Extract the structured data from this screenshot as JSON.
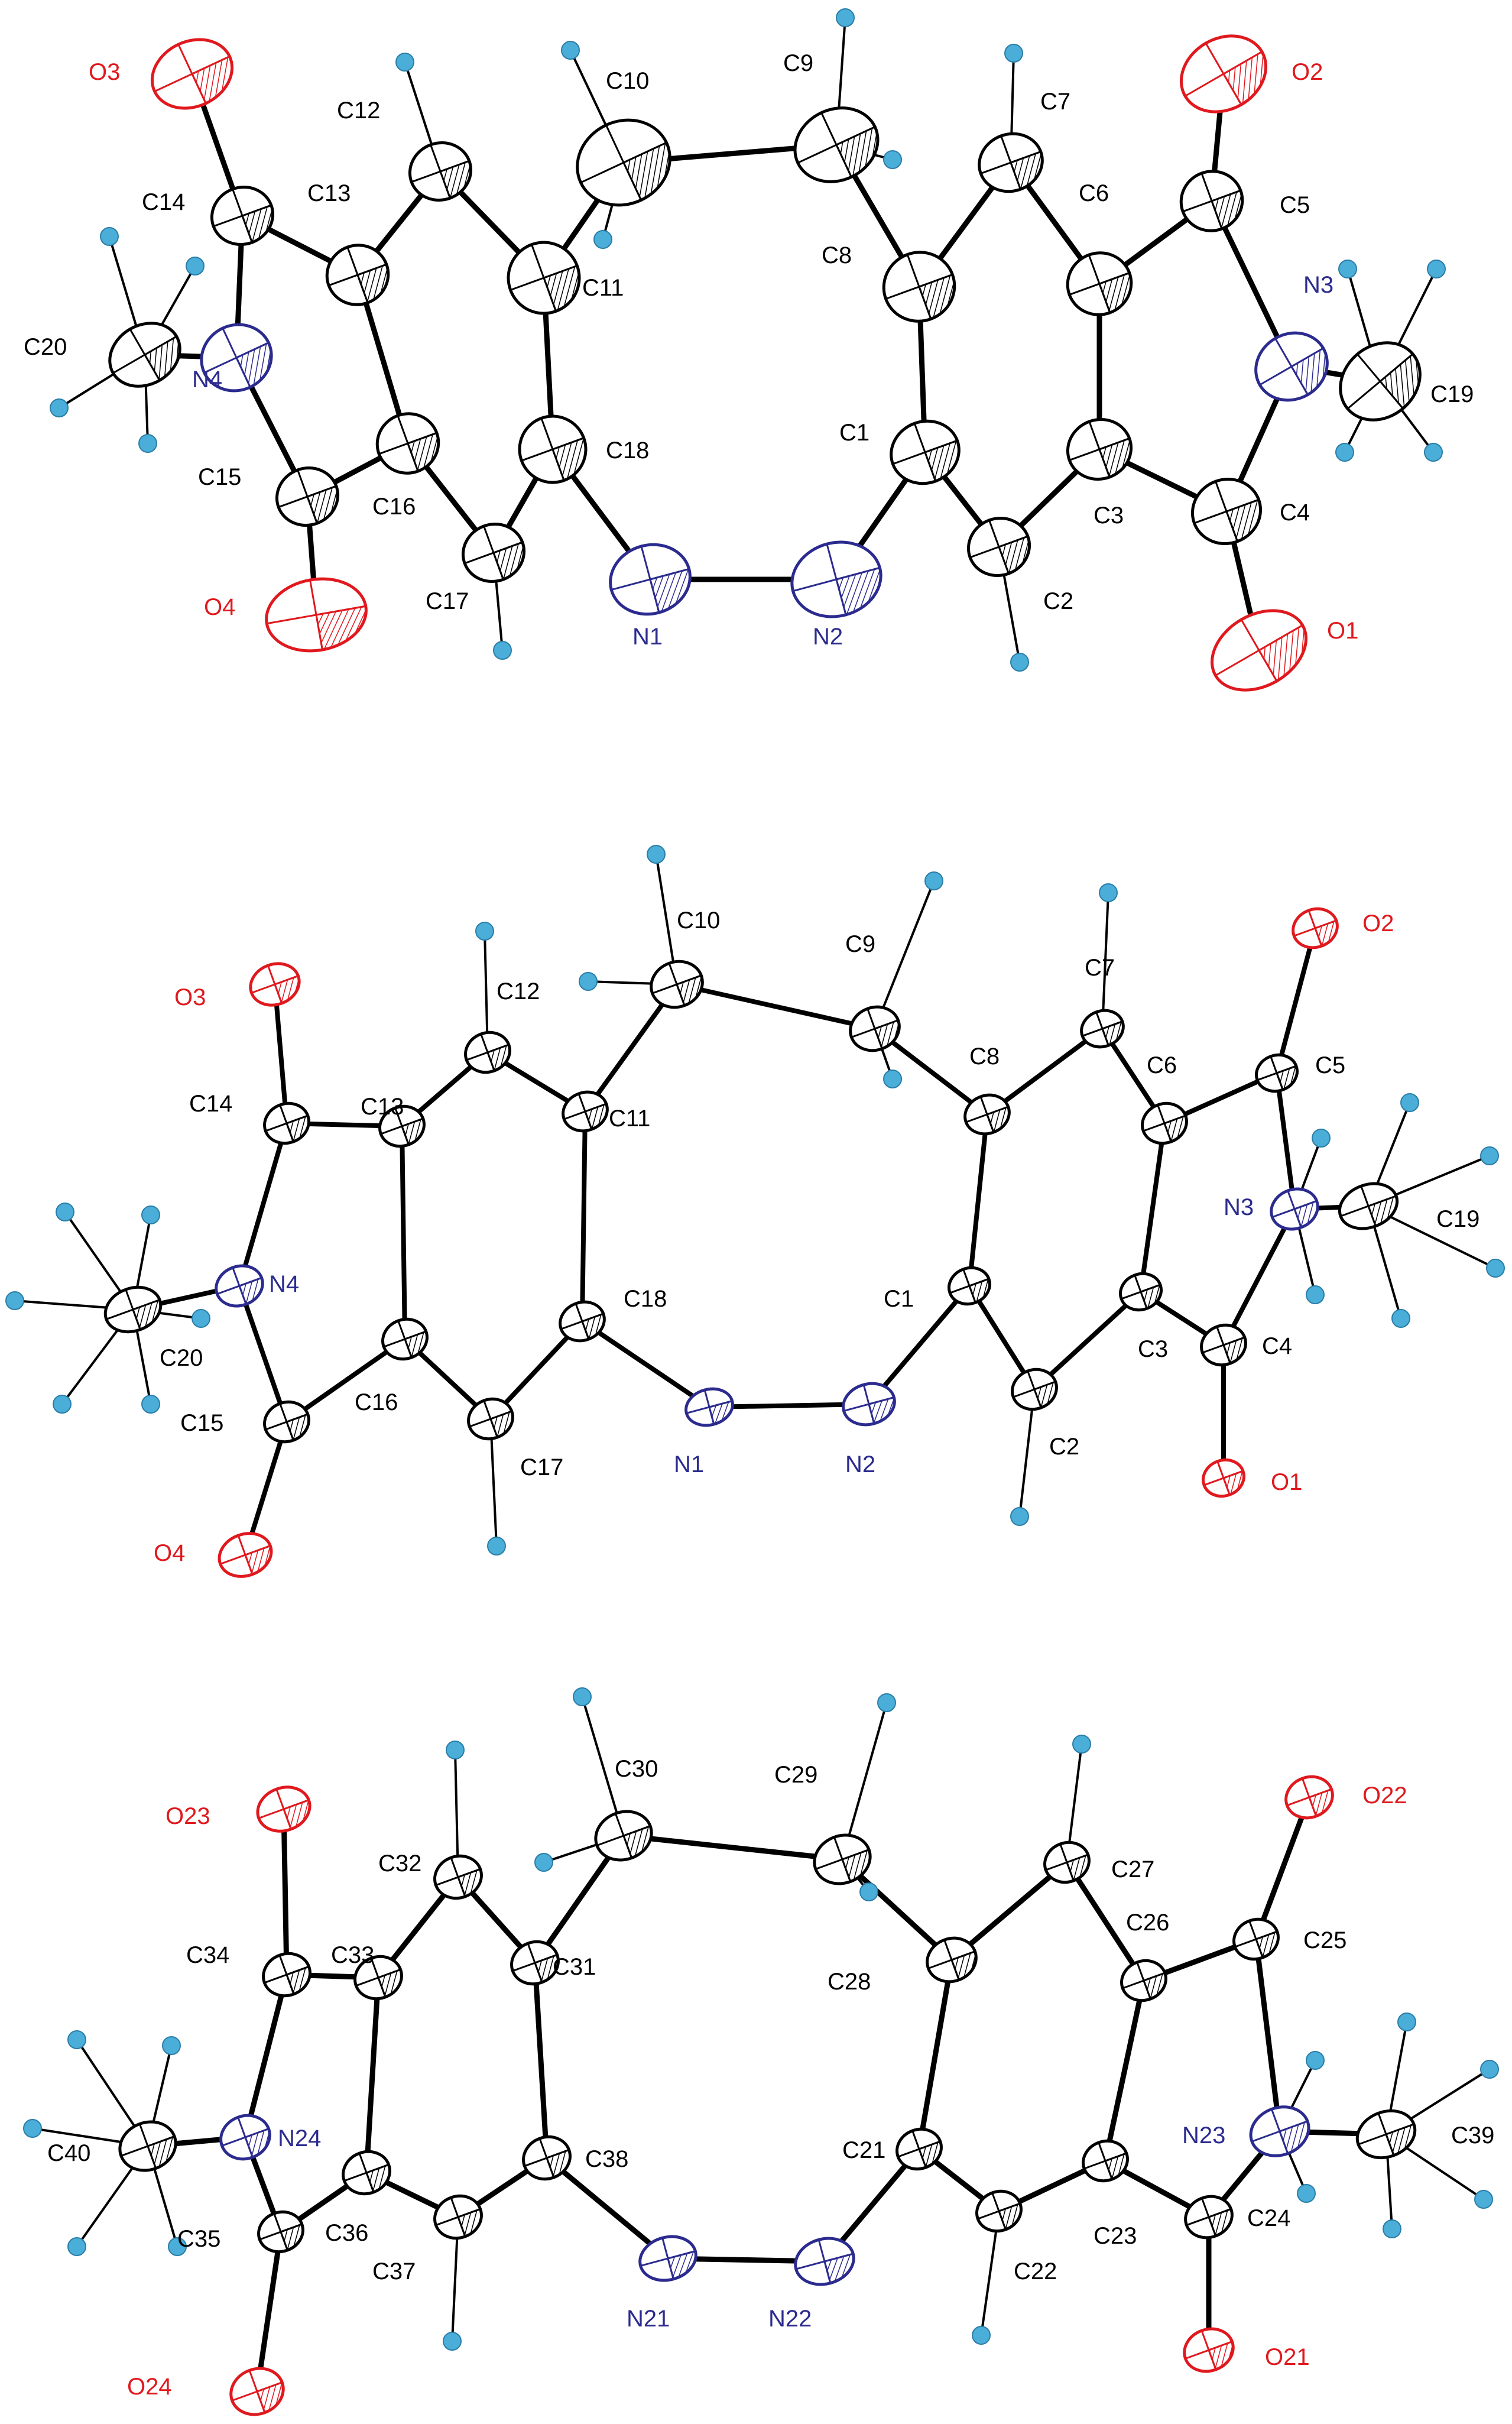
{
  "colors": {
    "carbon": "#000000",
    "nitrogen": "#2b2b8f",
    "oxygen": "#e0191e",
    "hydrogen": "#4aaed8",
    "ellipsoid_fill": "#ffffff"
  },
  "panels": [
    {
      "name": "structure-1",
      "atoms": {
        "C1": {
          "label": "C1",
          "el": "C"
        },
        "C2": {
          "label": "C2",
          "el": "C"
        },
        "C3": {
          "label": "C3",
          "el": "C"
        },
        "C4": {
          "label": "C4",
          "el": "C"
        },
        "C5": {
          "label": "C5",
          "el": "C"
        },
        "C6": {
          "label": "C6",
          "el": "C"
        },
        "C7": {
          "label": "C7",
          "el": "C"
        },
        "C8": {
          "label": "C8",
          "el": "C"
        },
        "C9": {
          "label": "C9",
          "el": "C"
        },
        "C10": {
          "label": "C10",
          "el": "C"
        },
        "C11": {
          "label": "C11",
          "el": "C"
        },
        "C12": {
          "label": "C12",
          "el": "C"
        },
        "C13": {
          "label": "C13",
          "el": "C"
        },
        "C14": {
          "label": "C14",
          "el": "C"
        },
        "C15": {
          "label": "C15",
          "el": "C"
        },
        "C16": {
          "label": "C16",
          "el": "C"
        },
        "C17": {
          "label": "C17",
          "el": "C"
        },
        "C18": {
          "label": "C18",
          "el": "C"
        },
        "C19": {
          "label": "C19",
          "el": "C"
        },
        "C20": {
          "label": "C20",
          "el": "C"
        },
        "N1": {
          "label": "N1",
          "el": "N"
        },
        "N2": {
          "label": "N2",
          "el": "N"
        },
        "N3": {
          "label": "N3",
          "el": "N"
        },
        "N4": {
          "label": "N4",
          "el": "N"
        },
        "O1": {
          "label": "O1",
          "el": "O"
        },
        "O2": {
          "label": "O2",
          "el": "O"
        },
        "O3": {
          "label": "O3",
          "el": "O"
        },
        "O4": {
          "label": "O4",
          "el": "O"
        }
      }
    },
    {
      "name": "structure-2",
      "atoms": {
        "C1": {
          "label": "C1",
          "el": "C"
        },
        "C2": {
          "label": "C2",
          "el": "C"
        },
        "C3": {
          "label": "C3",
          "el": "C"
        },
        "C4": {
          "label": "C4",
          "el": "C"
        },
        "C5": {
          "label": "C5",
          "el": "C"
        },
        "C6": {
          "label": "C6",
          "el": "C"
        },
        "C7": {
          "label": "C7",
          "el": "C"
        },
        "C8": {
          "label": "C8",
          "el": "C"
        },
        "C9": {
          "label": "C9",
          "el": "C"
        },
        "C10": {
          "label": "C10",
          "el": "C"
        },
        "C11": {
          "label": "C11",
          "el": "C"
        },
        "C12": {
          "label": "C12",
          "el": "C"
        },
        "C13": {
          "label": "C13",
          "el": "C"
        },
        "C14": {
          "label": "C14",
          "el": "C"
        },
        "C15": {
          "label": "C15",
          "el": "C"
        },
        "C16": {
          "label": "C16",
          "el": "C"
        },
        "C17": {
          "label": "C17",
          "el": "C"
        },
        "C18": {
          "label": "C18",
          "el": "C"
        },
        "C19": {
          "label": "C19",
          "el": "C"
        },
        "C20": {
          "label": "C20",
          "el": "C"
        },
        "N1": {
          "label": "N1",
          "el": "N"
        },
        "N2": {
          "label": "N2",
          "el": "N"
        },
        "N3": {
          "label": "N3",
          "el": "N"
        },
        "N4": {
          "label": "N4",
          "el": "N"
        },
        "O1": {
          "label": "O1",
          "el": "O"
        },
        "O2": {
          "label": "O2",
          "el": "O"
        },
        "O3": {
          "label": "O3",
          "el": "O"
        },
        "O4": {
          "label": "O4",
          "el": "O"
        }
      }
    },
    {
      "name": "structure-3",
      "atoms": {
        "C21": {
          "label": "C21",
          "el": "C"
        },
        "C22": {
          "label": "C22",
          "el": "C"
        },
        "C23": {
          "label": "C23",
          "el": "C"
        },
        "C24": {
          "label": "C24",
          "el": "C"
        },
        "C25": {
          "label": "C25",
          "el": "C"
        },
        "C26": {
          "label": "C26",
          "el": "C"
        },
        "C27": {
          "label": "C27",
          "el": "C"
        },
        "C28": {
          "label": "C28",
          "el": "C"
        },
        "C29": {
          "label": "C29",
          "el": "C"
        },
        "C30": {
          "label": "C30",
          "el": "C"
        },
        "C31": {
          "label": "C31",
          "el": "C"
        },
        "C32": {
          "label": "C32",
          "el": "C"
        },
        "C33": {
          "label": "C33",
          "el": "C"
        },
        "C34": {
          "label": "C34",
          "el": "C"
        },
        "C35": {
          "label": "C35",
          "el": "C"
        },
        "C36": {
          "label": "C36",
          "el": "C"
        },
        "C37": {
          "label": "C37",
          "el": "C"
        },
        "C38": {
          "label": "C38",
          "el": "C"
        },
        "C39": {
          "label": "C39",
          "el": "C"
        },
        "C40": {
          "label": "C40",
          "el": "C"
        },
        "N21": {
          "label": "N21",
          "el": "N"
        },
        "N22": {
          "label": "N22",
          "el": "N"
        },
        "N23": {
          "label": "N23",
          "el": "N"
        },
        "N24": {
          "label": "N24",
          "el": "N"
        },
        "O21": {
          "label": "O21",
          "el": "O"
        },
        "O22": {
          "label": "O22",
          "el": "O"
        },
        "O23": {
          "label": "O23",
          "el": "O"
        },
        "O24": {
          "label": "O24",
          "el": "O"
        }
      }
    }
  ]
}
